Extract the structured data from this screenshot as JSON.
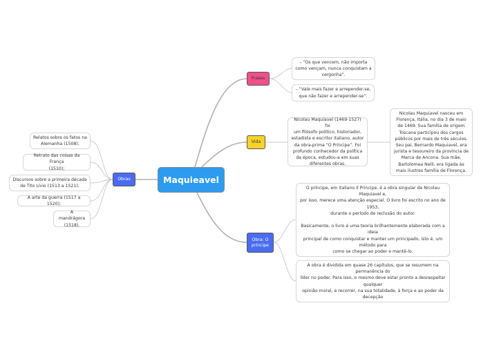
{
  "root": {
    "label": "Maquieavel",
    "color": "#2d9bf0"
  },
  "branches": {
    "frases": {
      "label": "Frases",
      "color": "#f0508a",
      "text_color": "#333333"
    },
    "vida": {
      "label": "Vida",
      "color": "#f8d22a",
      "text_color": "#333333"
    },
    "obra": {
      "label": "Obra: O príncipe",
      "color": "#4a6cf0",
      "text_color": "#ffffff"
    },
    "obras": {
      "label": "Obras",
      "color": "#4a6cf0",
      "text_color": "#ffffff"
    }
  },
  "leaves": {
    "frase1": "– “Os que vencem, não importa\ncomo vençam, nunca conquistam a\nvergonha”.",
    "frase2": "– “Vale mais fazer e arrepender-se,\nque não fazer e arrepender-se”.",
    "vida1": "Nicolau Maquiavel (1469-1527) foi\num filósofo político, historiador,\nestadista e escritor italiano, autor\nda obra-prima “O Príncipe”. Foi\nprofundo conhecedor da política\nda época, estudou-a em suas\ndiferentes obras.",
    "vida2": "Nicolau Maquiavel nasceu em\nFlorença, Itália, no dia 3 de maio\nde 1469. Sua família de origem\nToscana participou dos cargos\npúblicos por mais de três séculos.\nSeu pai, Bernardo Maquiavel, era\njurista e tesoureiro da província de\nMarca de Ancona. Sua mãe,\nBartolomea Nelli, era ligada às\nmais ilustres família de Florença.",
    "obra1": "O príncipe, em italiano Il Principe, é a obra singular de Nicolau\nMaquiavel e,\npor isso, merece uma atenção especial. O livro foi escrito no ano de\n1953,\ndurante o período de reclusão do autor.\n\nBasicamente, o livro é uma teoria brilhantemente elaborada com a\nideia\nprincipal de como conquistar e manter um principado, isto é, um\nmétodo para\ncomo se chegar ao poder e mantê-lo.",
    "obra2": "A obra é dividida em quase 26 capítulos, que se resumem na\npermanência do\nlíder no poder. Para isso, o mesmo deve estar pronto a desrespeitar\nqualquer\nopinião moral, e recorrer, na sua totalidade, à força e ao poder da\ndecepção",
    "obras1": "Relatos sobre os fatos na\nAlemanha (1508);",
    "obras2": "Retrato das coisas da França\n(1510);",
    "obras3": "Discursos sobre a primeira década\nde Tito Lívio (1513 a 1521);",
    "obras4": "A arte da guerra (1517 a 1520);",
    "obras5": "A mandrágora\n(1518)."
  }
}
